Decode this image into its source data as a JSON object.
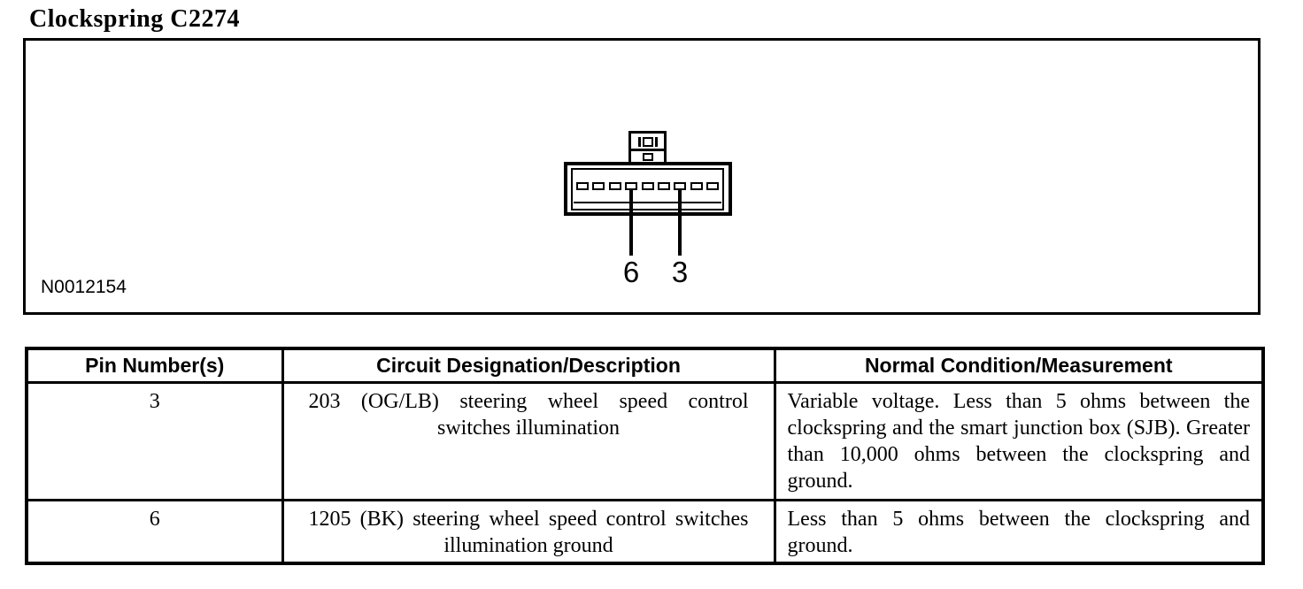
{
  "title": "Clockspring C2274",
  "figure": {
    "image_label": "N0012154",
    "connector": {
      "pin_count": 9,
      "callouts": [
        {
          "label": "6"
        },
        {
          "label": "3"
        }
      ]
    }
  },
  "table": {
    "columns": [
      "Pin Number(s)",
      "Circuit Designation/Description",
      "Normal Condition/Measurement"
    ],
    "rows": [
      {
        "pin": "3",
        "circuit": "203 (OG/LB) steering wheel speed control switches illumination",
        "condition": "Variable voltage. Less than 5 ohms between the clockspring and the smart junction box (SJB). Greater than 10,000 ohms between the clockspring and ground."
      },
      {
        "pin": "6",
        "circuit": "1205 (BK) steering wheel speed control switches illumination ground",
        "condition": "Less than 5 ohms between the clockspring and ground."
      }
    ]
  },
  "colors": {
    "ink": "#000000",
    "paper": "#ffffff"
  }
}
